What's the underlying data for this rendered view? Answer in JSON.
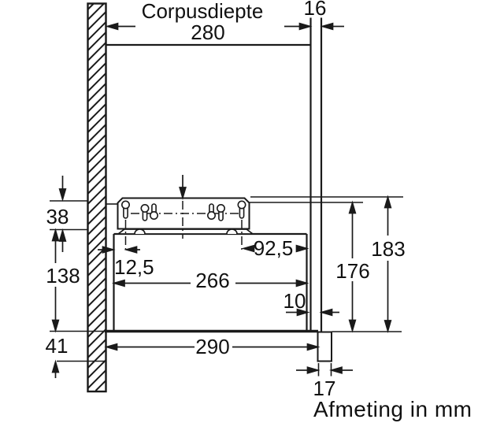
{
  "drawing": {
    "header_label": "Corpusdiepte",
    "footer_note": "Afmeting in mm",
    "dimensions_mm": {
      "corpus_depth": "280",
      "door_panel_thickness": "16",
      "bracket_zone_height": "38",
      "body_height": "138",
      "lower_edge_height": "41",
      "fixing_hole_offset_front": "12,5",
      "fixing_hole_offset_rear": "92,5",
      "body_depth": "266",
      "door_clearance": "10",
      "overall_depth": "290",
      "handle_strip_depth": "17",
      "niche_height": "176",
      "overall_height": "183"
    }
  }
}
